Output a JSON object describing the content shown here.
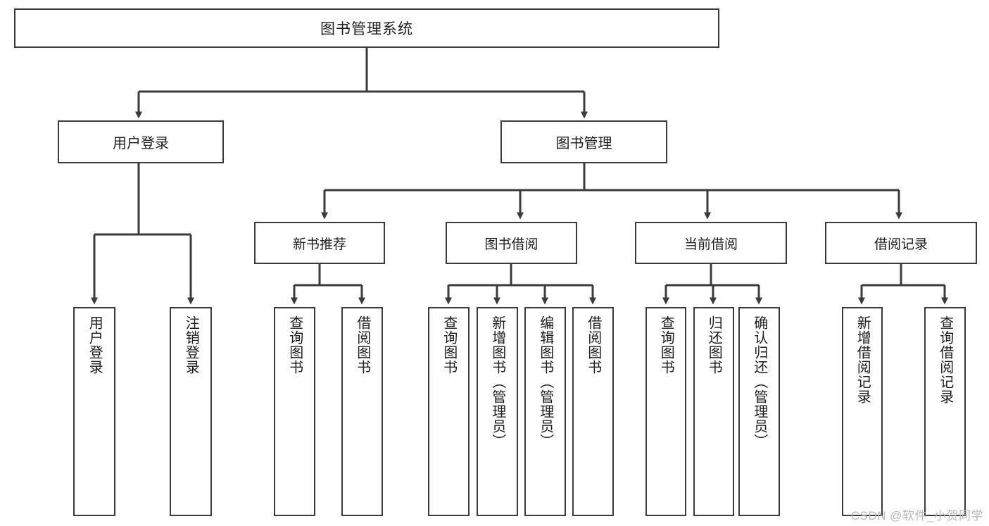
{
  "diagram": {
    "title": "图书管理系统",
    "type": "hierarchy-tree",
    "root": {
      "label": "图书管理系统"
    },
    "level2": [
      {
        "key": "user-login",
        "label": "用户登录"
      },
      {
        "key": "book-manage",
        "label": "图书管理"
      }
    ],
    "level3": [
      {
        "key": "new-book-recommend",
        "label": "新书推荐"
      },
      {
        "key": "book-borrow",
        "label": "图书借阅"
      },
      {
        "key": "current-borrow",
        "label": "当前借阅"
      },
      {
        "key": "borrow-record",
        "label": "借阅记录"
      }
    ],
    "leaves": [
      {
        "key": "leaf-user-login",
        "label": "用户登录",
        "parent": "用户登录"
      },
      {
        "key": "leaf-logout",
        "label": "注销登录",
        "parent": "用户登录"
      },
      {
        "key": "leaf-query-book-1",
        "label": "查询图书",
        "parent": "新书推荐"
      },
      {
        "key": "leaf-borrow-book-1",
        "label": "借阅图书",
        "parent": "新书推荐"
      },
      {
        "key": "leaf-query-book-2",
        "label": "查询图书",
        "parent": "图书借阅"
      },
      {
        "key": "leaf-add-book",
        "label": "新增图书（管理员）",
        "parent": "图书借阅"
      },
      {
        "key": "leaf-edit-book",
        "label": "编辑图书（管理员）",
        "parent": "图书借阅"
      },
      {
        "key": "leaf-borrow-book-2",
        "label": "借阅图书",
        "parent": "图书借阅"
      },
      {
        "key": "leaf-query-book-3",
        "label": "查询图书",
        "parent": "当前借阅"
      },
      {
        "key": "leaf-return-book",
        "label": "归还图书",
        "parent": "当前借阅"
      },
      {
        "key": "leaf-confirm-return",
        "label": "确认归还（管理员）",
        "parent": "当前借阅"
      },
      {
        "key": "leaf-add-record",
        "label": "新增借阅记录",
        "parent": "借阅记录"
      },
      {
        "key": "leaf-query-record",
        "label": "查询借阅记录",
        "parent": "借阅记录"
      }
    ]
  },
  "watermark": {
    "text": "CSDN @软件_小贺同学"
  },
  "colors": {
    "stroke": "#3b3b3b",
    "text": "#1d1d1d",
    "background": "#ffffff",
    "watermark": "#b9b9b9"
  }
}
